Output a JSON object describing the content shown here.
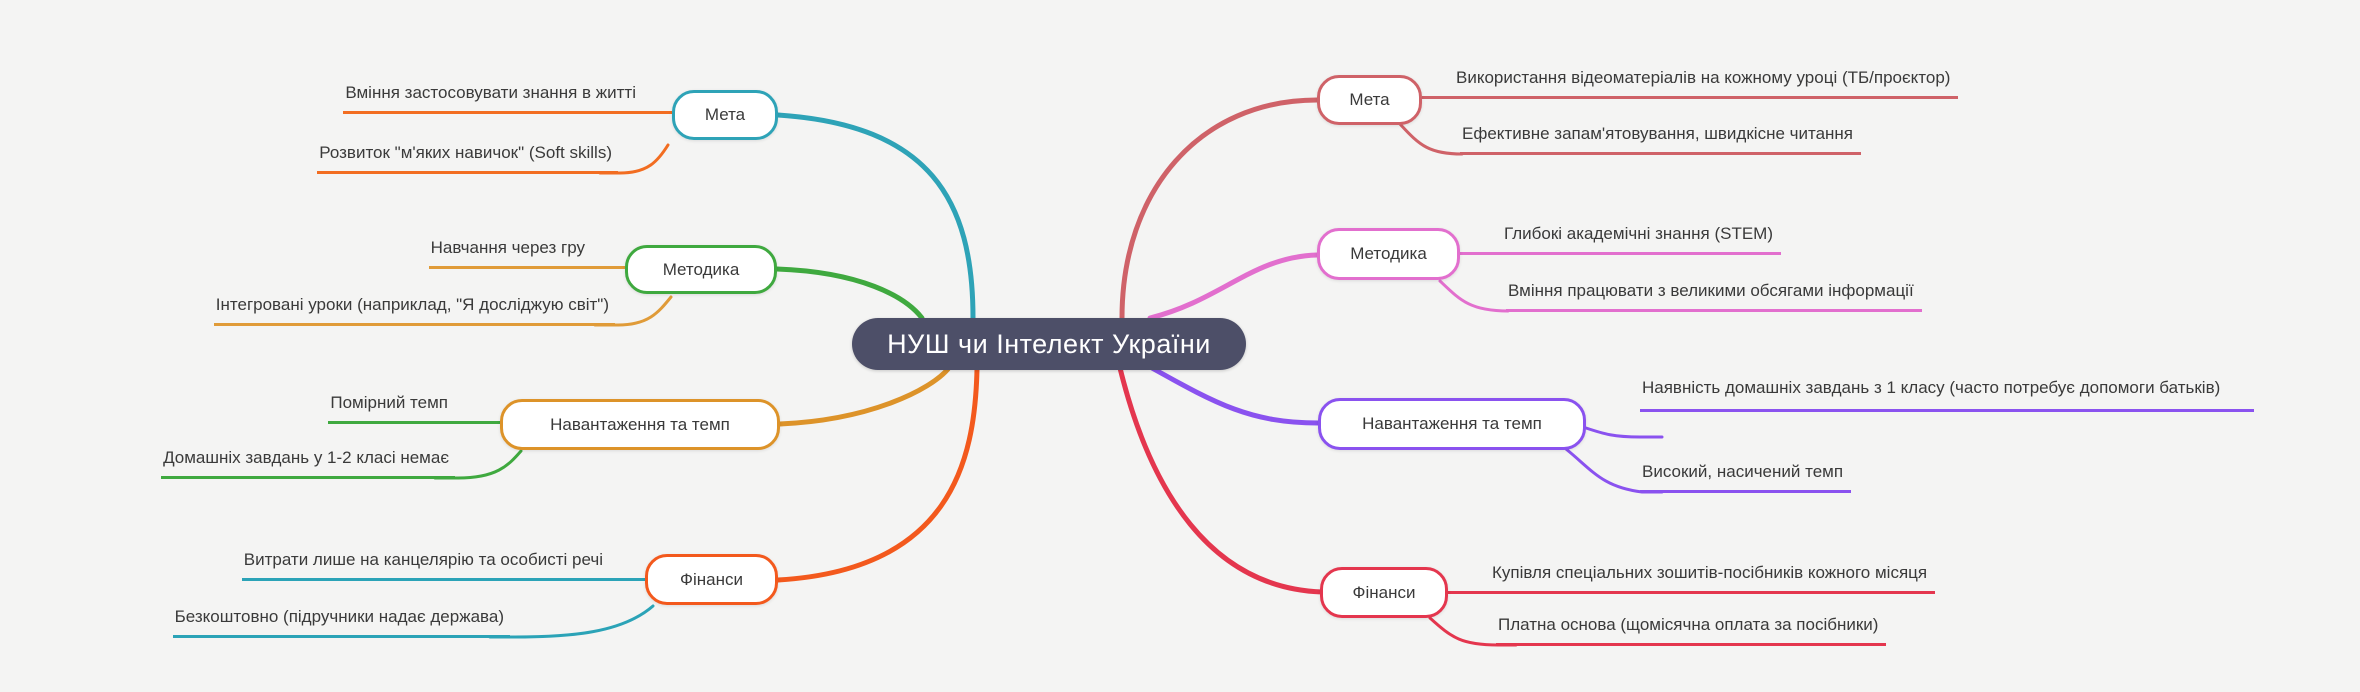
{
  "background": "#f4f4f3",
  "central": {
    "label": "НУШ чи Інтелект України",
    "bg": "#4d4f68",
    "text_color": "#ffffff"
  },
  "branches": [
    {
      "id": "left-meta",
      "side": "left",
      "label": "Мета",
      "color": "#2ea3b7",
      "child_color": "#f26d21",
      "children": [
        {
          "text": "Вміння застосовувати знання в житті"
        },
        {
          "text": "Розвиток \"м'яких навичок\" (Soft skills)"
        }
      ]
    },
    {
      "id": "left-metodyka",
      "side": "left",
      "label": "Методика",
      "color": "#3fa93f",
      "child_color": "#e09b38",
      "children": [
        {
          "text": "Навчання через гру"
        },
        {
          "text": "Інтегровані уроки (наприклад, \"Я досліджую світ\")"
        }
      ]
    },
    {
      "id": "left-navantazhennia",
      "side": "left",
      "label": "Навантаження та темп",
      "color": "#dd9329",
      "child_color": "#3fa93f",
      "children": [
        {
          "text": "Помірний темп"
        },
        {
          "text": "Домашніх завдань у 1-2 класі немає"
        }
      ]
    },
    {
      "id": "left-finansy",
      "side": "left",
      "label": "Фінанси",
      "color": "#f3591d",
      "child_color": "#2ba3b7",
      "children": [
        {
          "text": "Витрати лише на канцелярію та особисті речі"
        },
        {
          "text": "Безкоштовно (підручники надає держава)"
        }
      ]
    },
    {
      "id": "right-meta",
      "side": "right",
      "label": "Мета",
      "color": "#cf6268",
      "child_color": "#cf6268",
      "children": [
        {
          "text": "Використання відеоматеріалів на кожному уроці (ТБ/проєктор)"
        },
        {
          "text": "Ефективне запам'ятовування, швидкісне читання"
        }
      ]
    },
    {
      "id": "right-metodyka",
      "side": "right",
      "label": "Методика",
      "color": "#e26fce",
      "child_color": "#e26fce",
      "children": [
        {
          "text": "Глибокі академічні знання (STEM)"
        },
        {
          "text": "Вміння працювати з великими обсягами інформації"
        }
      ]
    },
    {
      "id": "right-navantazhennia",
      "side": "right",
      "label": "Навантаження та темп",
      "color": "#8a52ef",
      "child_color": "#8a52ef",
      "children": [
        {
          "text": "Наявність домашніх завдань з 1 класу (часто потребує допомоги батьків)"
        },
        {
          "text": "Високий, насичений темп"
        }
      ]
    },
    {
      "id": "right-finansy",
      "side": "right",
      "label": "Фінанси",
      "color": "#e4364e",
      "child_color": "#e4364e",
      "children": [
        {
          "text": "Купівля спеціальних зошитів-посібників кожного місяця"
        },
        {
          "text": "Платна основа (щомісячна оплата за посібники)"
        }
      ]
    }
  ]
}
